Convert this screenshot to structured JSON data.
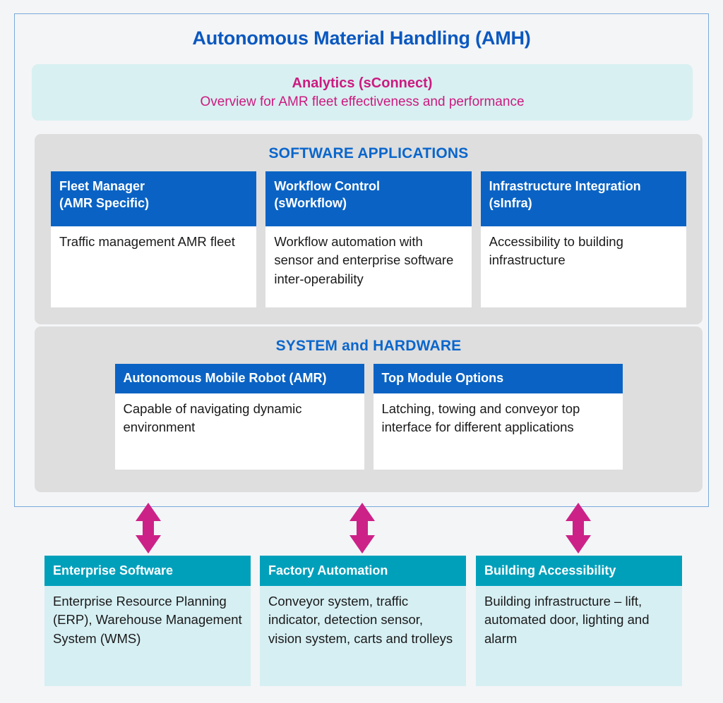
{
  "diagram": {
    "title": "Autonomous Material Handling (AMH)",
    "analytics": {
      "title": "Analytics (sConnect)",
      "subtitle": "Overview for AMR fleet effectiveness and performance"
    },
    "sections": [
      {
        "id": "software",
        "title": "SOFTWARE APPLICATIONS",
        "cards": [
          {
            "head": "Fleet Manager\n(AMR Specific)",
            "head_line1": "Fleet Manager",
            "head_line2": "(AMR Specific)",
            "body": "Traffic management AMR fleet"
          },
          {
            "head": "Workflow Control\n(sWorkflow)",
            "head_line1": "Workflow Control",
            "head_line2": "(sWorkflow)",
            "body": "Workflow automation with sensor and enterprise software inter-operability"
          },
          {
            "head": "Infrastructure Integration\n(sInfra)",
            "head_line1": "Infrastructure Integration",
            "head_line2": "(sInfra)",
            "body": "Accessibility to building infrastructure"
          }
        ]
      },
      {
        "id": "hardware",
        "title": "SYSTEM and HARDWARE",
        "cards": [
          {
            "head_line1": "Autonomous Mobile Robot (AMR)",
            "body": "Capable of navigating dynamic environment"
          },
          {
            "head_line1": "Top Module Options",
            "body": "Latching, towing and conveyor top interface for different applications"
          }
        ]
      }
    ],
    "connectors": [
      {
        "name": "double-arrow-enterprise-software"
      },
      {
        "name": "double-arrow-factory-automation"
      },
      {
        "name": "double-arrow-building-accessibility"
      }
    ],
    "external": [
      {
        "head": "Enterprise Software",
        "body": "Enterprise Resource Planning (ERP), Warehouse Management System (WMS)"
      },
      {
        "head": "Factory Automation",
        "body": "Conveyor system, traffic indicator, detection sensor, vision system, carts and trolleys"
      },
      {
        "head": "Building Accessibility",
        "body": "Building infrastructure – lift, automated door, lighting and alarm"
      }
    ],
    "colors": {
      "page_background": "#f4f5f7",
      "frame_border": "#7aa9dd",
      "title_blue": "#0a58bf",
      "section_title_blue": "#0a66cc",
      "card_header_blue": "#0a63c4",
      "analytics_background": "#d8f0f1",
      "analytics_magenta": "#cc1a80",
      "panel_gray": "#dedede",
      "external_header_teal": "#00a0bb",
      "external_body_cyan": "#d6eff3",
      "arrow_magenta": "#cc2288"
    }
  }
}
